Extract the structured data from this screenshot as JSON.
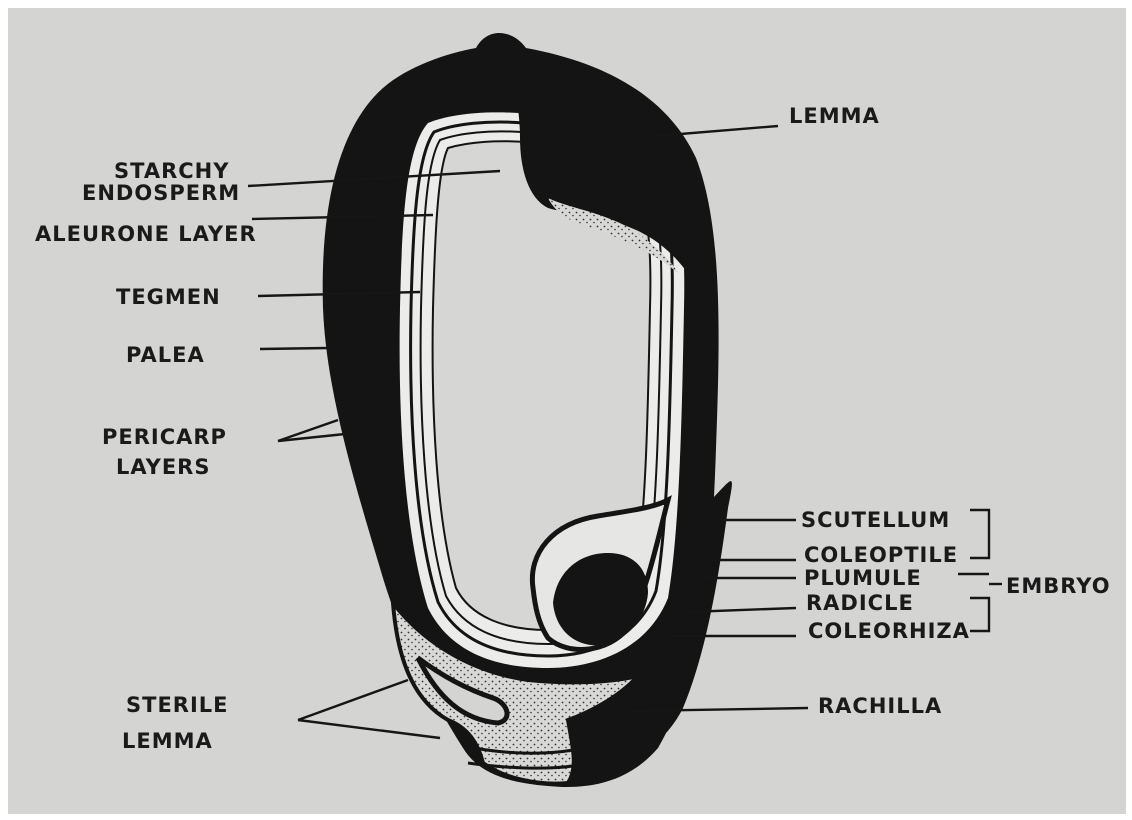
{
  "labels": {
    "lemma": "LEMMA",
    "starchy": "STARCHY",
    "endosperm": "ENDOSPERM",
    "aleurone": "ALEURONE LAYER",
    "tegmen": "TEGMEN",
    "palea": "PALEA",
    "pericarp_1": "PERICARP",
    "pericarp_2": "LAYERS",
    "scutellum": "SCUTELLUM",
    "coleoptile": "COLEOPTILE",
    "plumule": "PLUMULE",
    "radicle": "RADICLE",
    "coleorhiza": "COLEORHIZA",
    "embryo": "EMBRYO",
    "rachilla": "RACHILLA",
    "sterile_1": "STERILE",
    "sterile_2": "LEMMA"
  },
  "colors": {
    "paper": "#d4d4d2",
    "ink": "#141414",
    "endosperm": "#d6d6d4"
  }
}
